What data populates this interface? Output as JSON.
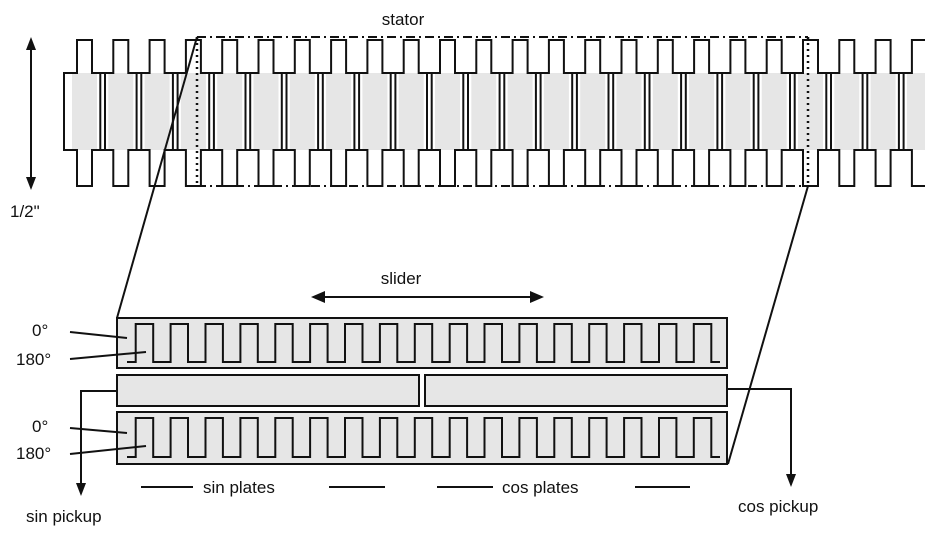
{
  "labels": {
    "stator": "stator",
    "dimension": "1/2\"",
    "slider": "slider",
    "deg_0_top": "0°",
    "deg_180_top": "180°",
    "deg_0_bottom": "0°",
    "deg_180_bottom": "180°",
    "sin_plates": "sin plates",
    "cos_plates": "cos plates",
    "sin_pickup": "sin pickup",
    "cos_pickup": "cos pickup"
  },
  "colors": {
    "line": "#111111",
    "plate_fill": "#e6e6e6"
  }
}
